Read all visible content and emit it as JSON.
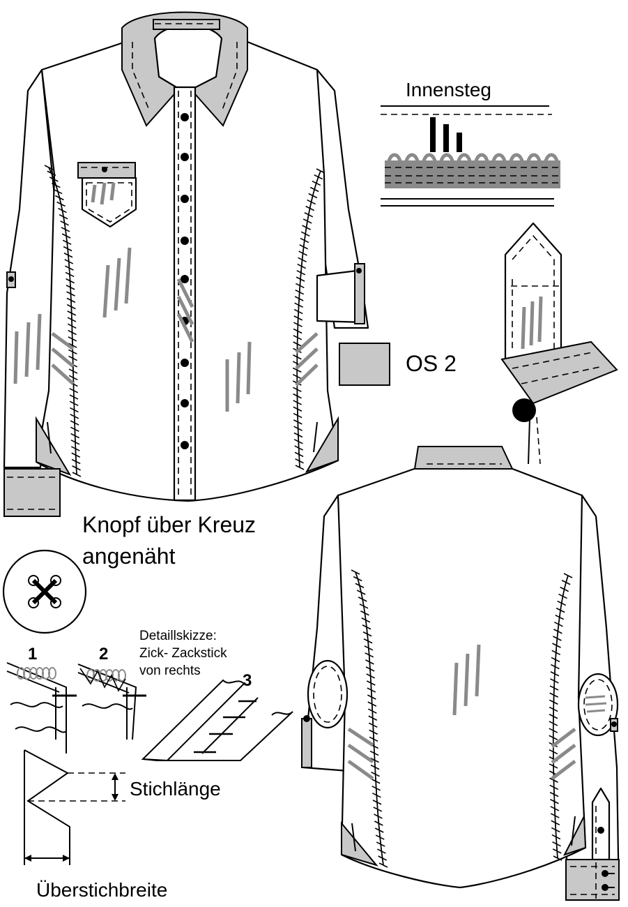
{
  "labels": {
    "innensteg": "Innensteg",
    "fabric": "OS 2",
    "button_note_1": "Knopf über Kreuz",
    "button_note_2": "angenäht",
    "detail_1": "Detaillskizze:",
    "detail_2": "Zick- Zackstick",
    "detail_3": "von rechts",
    "step_1": "1",
    "step_2": "2",
    "step_3": "3",
    "stitch_length": "Stichlänge",
    "stitch_width": "Überstichbreite"
  },
  "colors": {
    "outline": "#000000",
    "fabric_gray": "#c8c8c8",
    "marking_gray": "#8a8a8a",
    "background": "#ffffff"
  },
  "icons": {
    "button": "cross-stitched-button-icon",
    "swatch": "fabric-swatch-icon"
  }
}
